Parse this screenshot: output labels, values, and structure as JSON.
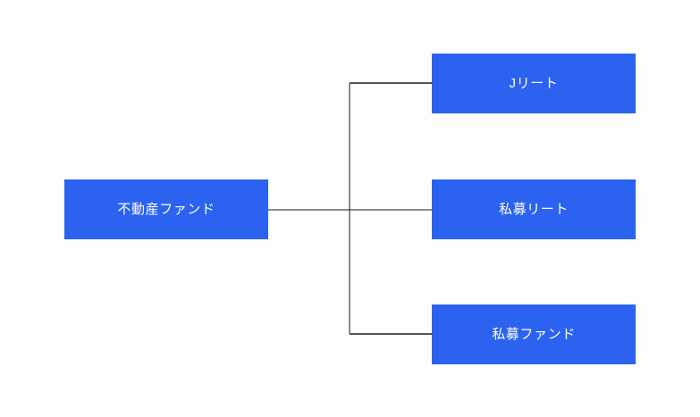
{
  "diagram": {
    "title": "",
    "background_color": "#fdfdfd",
    "node_fill_color": "#2b63f0",
    "node_text_color": "#ffffff",
    "connector_color": "#555555",
    "root": {
      "label": "不動産ファンド"
    },
    "children": [
      {
        "label": "Jリート"
      },
      {
        "label": "私募リート"
      },
      {
        "label": "私募ファンド"
      }
    ]
  }
}
